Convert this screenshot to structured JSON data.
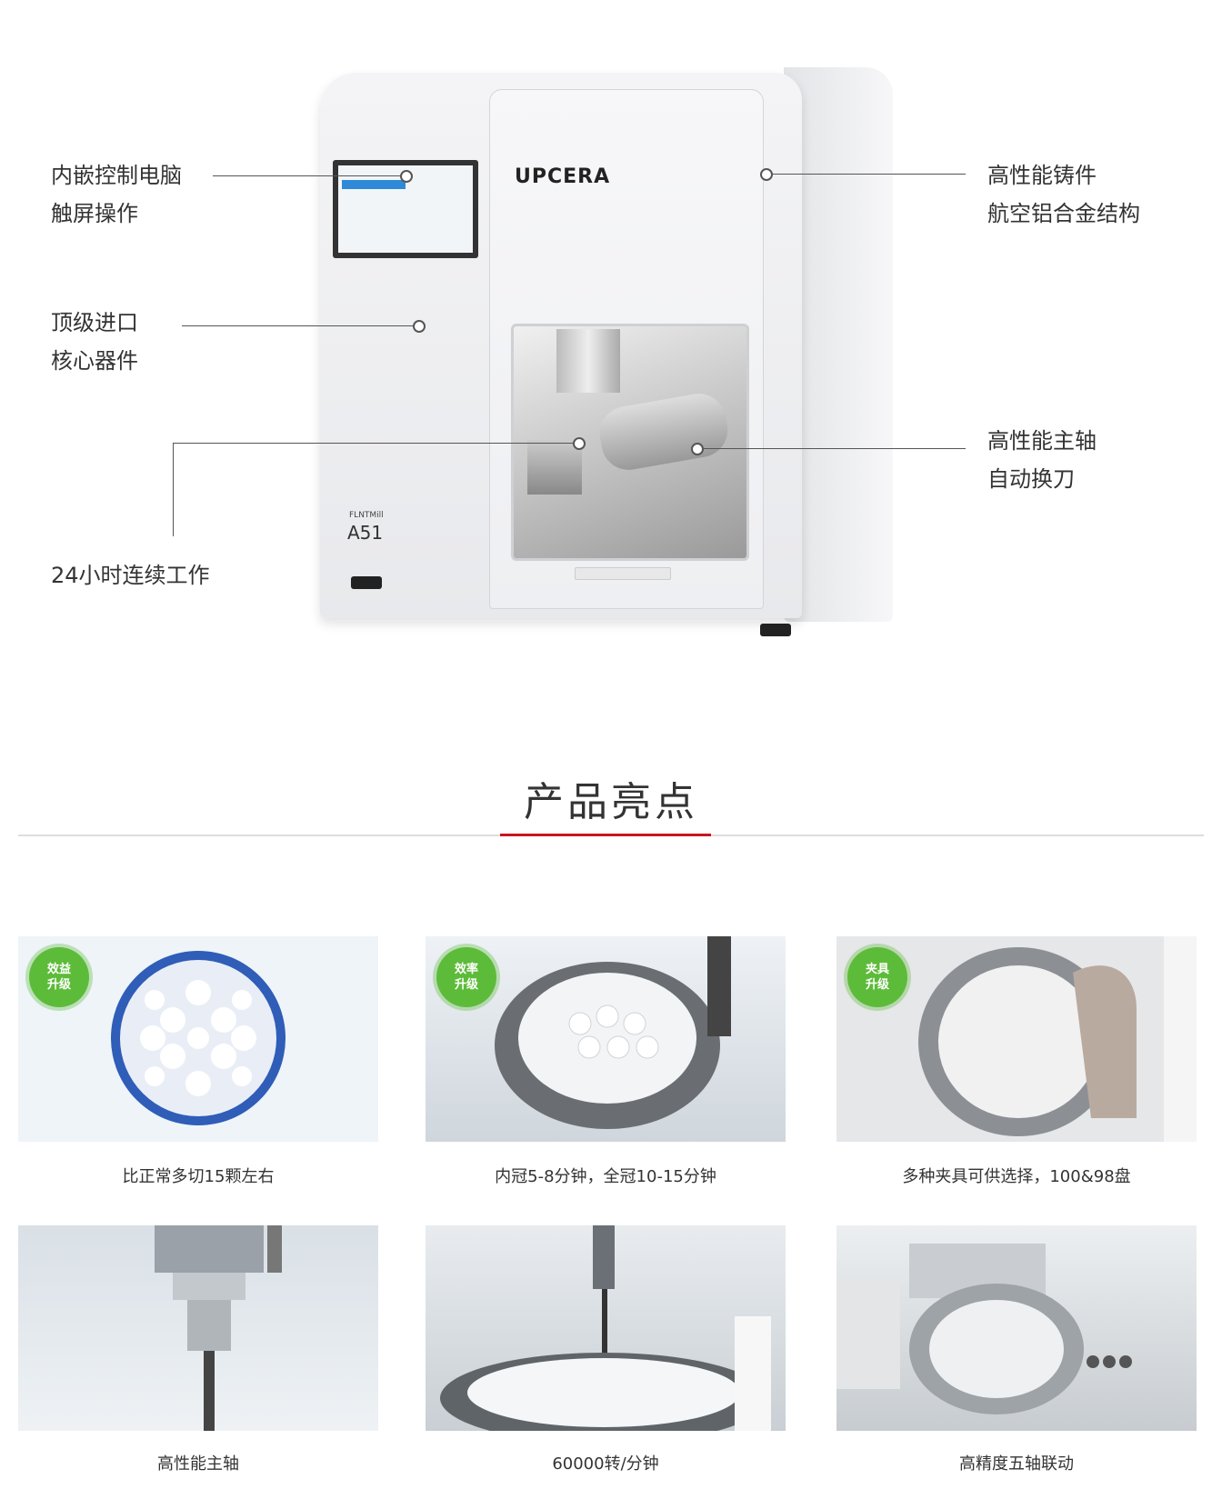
{
  "hero": {
    "brand_logo": "UPCERA",
    "model_small": "FLNTMill",
    "model": "A51",
    "callouts": {
      "embedded_pc": [
        "内嵌控制电脑",
        "触屏操作"
      ],
      "core_parts": [
        "顶级进口",
        "核心器件"
      ],
      "continuous_work": [
        "24小时连续工作"
      ],
      "casting": [
        "高性能铸件",
        "航空铝合金结构"
      ],
      "spindle": [
        "高性能主轴",
        "自动换刀"
      ]
    }
  },
  "section": {
    "title": "产品亮点"
  },
  "highlights": [
    {
      "badge": [
        "效益",
        "升级"
      ],
      "caption": "比正常多切15颗左右"
    },
    {
      "badge": [
        "效率",
        "升级"
      ],
      "caption": "内冠5-8分钟，全冠10-15分钟"
    },
    {
      "badge": [
        "夹具",
        "升级"
      ],
      "caption": "多种夹具可供选择，100&98盘"
    },
    {
      "badge": [],
      "caption": "高性能主轴"
    },
    {
      "badge": [],
      "caption": "60000转/分钟"
    },
    {
      "badge": [],
      "caption": "高精度五轴联动"
    }
  ],
  "colors": {
    "accent": "#c8161d",
    "badge_green": "#5dbb3a",
    "screen_blue": "#2e8ad8"
  }
}
